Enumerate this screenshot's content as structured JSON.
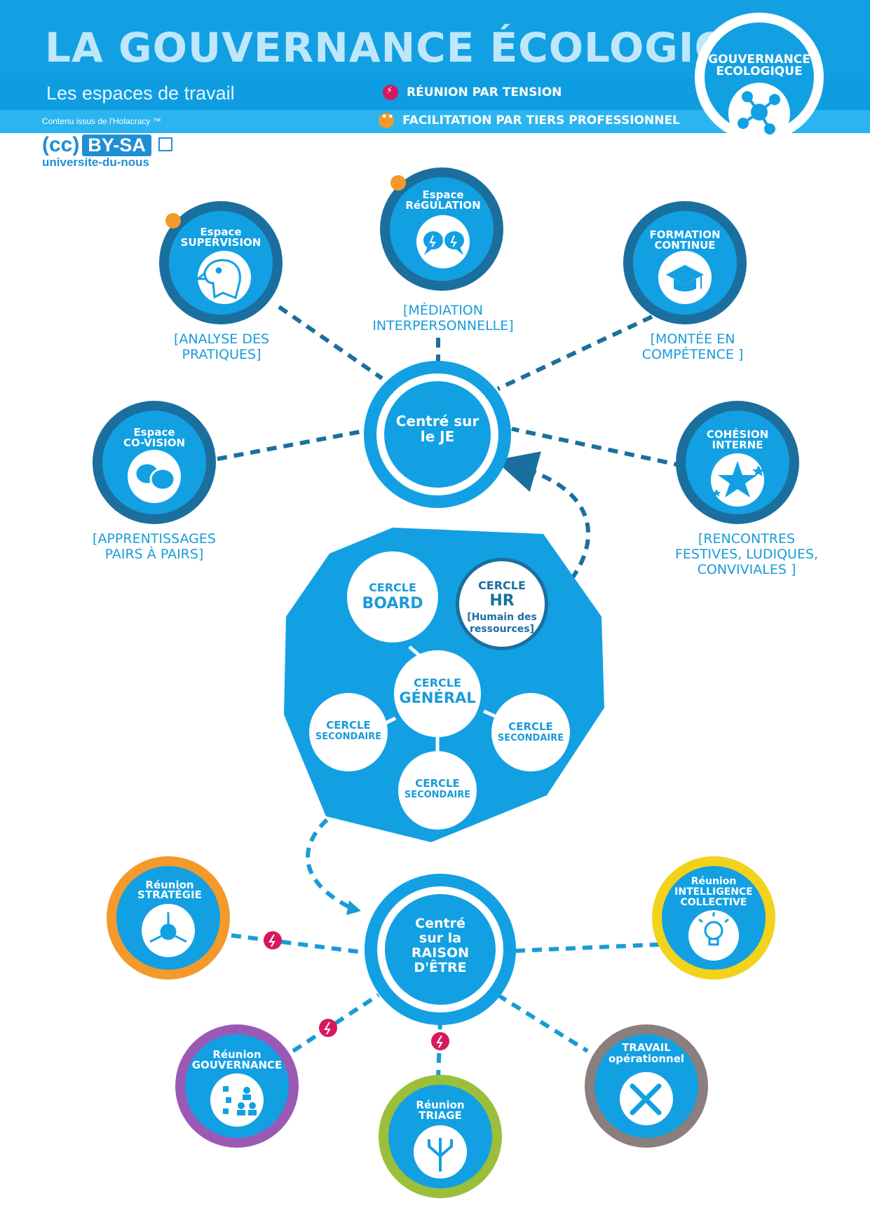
{
  "header": {
    "title": "LA GOUVERNANCE ÉCOLOGIQUE",
    "subtitle": "Les espaces de travail",
    "credit": "Contenu issus de l'Holacracy ™",
    "legend_tension": "RÉUNION PAR TENSION",
    "legend_facilitation": "FACILITATION PAR TIERS PROFESSIONNEL",
    "badge_line1": "GOUVERNANCE",
    "badge_line2": "ECOLOGIQUE"
  },
  "license": {
    "cc": "(cc)",
    "type": "BY-SA",
    "site": "universite-du-nous"
  },
  "colors": {
    "primary": "#12a0e3",
    "dark_blue": "#1b6f9e",
    "orange": "#f39a2b",
    "yellow": "#f2d21b",
    "purple": "#9b59b6",
    "green": "#9bbf3a",
    "grey": "#8a7f7c",
    "red": "#d6195e"
  },
  "top_spaces": {
    "supervision": {
      "line1": "Espace",
      "line2": "SUPERVISION",
      "caption1": "[ANALYSE DES",
      "caption2": "PRATIQUES]",
      "icon": "eagle-icon"
    },
    "regulation": {
      "line1": "Espace",
      "line2": "RéGULATION",
      "caption1": "[MÉDIATION",
      "caption2": "INTERPERSONNELLE]",
      "icon": "speech-bubbles-icon"
    },
    "formation": {
      "line1": "FORMATION",
      "line2": "CONTINUE",
      "caption1": "[MONTÉE EN",
      "caption2": "COMPÉTENCE ]",
      "icon": "graduation-cap-icon"
    },
    "covision": {
      "line1": "Espace",
      "line2": "CO-VISION",
      "caption1": "[APPRENTISSAGES",
      "caption2": "PAIRS À PAIRS]",
      "icon": "chat-bubbles-icon"
    },
    "cohesion": {
      "line1": "COHÉSION",
      "line2": "INTERNE",
      "caption1": "[RENCONTRES",
      "caption2": "FESTIVES, LUDIQUES,",
      "caption3": "CONVIVIALES ]",
      "icon": "star-icon"
    }
  },
  "center_je": {
    "line1": "Centré sur",
    "line2": "le JE"
  },
  "circles": {
    "board": {
      "line1": "CERCLE",
      "line2": "BOARD"
    },
    "hr": {
      "line1": "CERCLE",
      "line2": "HR",
      "line3": "[Humain des",
      "line4": "ressources]"
    },
    "general": {
      "line1": "CERCLE",
      "line2": "GÉNÉRAL"
    },
    "secondary_left": {
      "line1": "CERCLE",
      "line2": "SECONDAIRE"
    },
    "secondary_right": {
      "line1": "CERCLE",
      "line2": "SECONDAIRE"
    },
    "secondary_bottom": {
      "line1": "CERCLE",
      "line2": "SECONDAIRE"
    }
  },
  "center_raison": {
    "line1": "Centré",
    "line2": "sur la",
    "line3": "RAISON",
    "line4": "D'ÊTRE"
  },
  "meetings": {
    "strategie": {
      "line1": "Réunion",
      "line2": "STRATÉGIE",
      "icon": "strategy-question-icon"
    },
    "intelligence": {
      "line1": "Réunion",
      "line2": "INTELLIGENCE",
      "line3": "COLLECTIVE",
      "icon": "lightbulb-icon"
    },
    "gouvernance": {
      "line1": "Réunion",
      "line2": "GOUVERNANCE",
      "icon": "roles-icon"
    },
    "triage": {
      "line1": "Réunion",
      "line2": "TRIAGE",
      "icon": "branch-icon"
    },
    "travail": {
      "line1": "TRAVAIL",
      "line2": "opérationnel",
      "icon": "tools-icon"
    }
  }
}
